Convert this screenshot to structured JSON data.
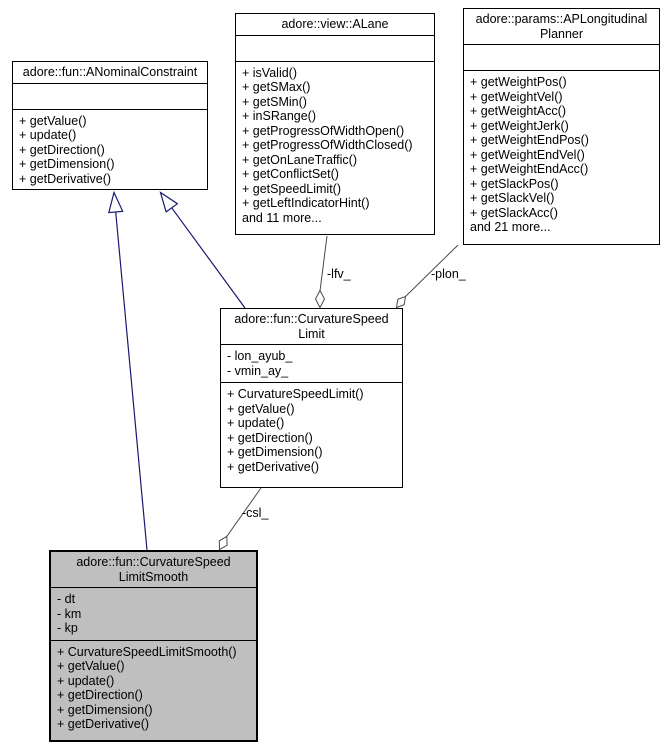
{
  "colors": {
    "background": "#ffffff",
    "node_fill": "#ffffff",
    "node_border": "#000000",
    "highlight_fill": "#bfbfbf",
    "association_edge": "#4a4a4a",
    "inheritance_edge": "#191970"
  },
  "classes": {
    "anominalconstraint": {
      "name": "adore::fun::ANominalConstraint",
      "title_lines": [
        "adore::fun::ANominalConstraint"
      ],
      "attributes": [],
      "methods": [
        "+ getValue()",
        "+ update()",
        "+ getDirection()",
        "+ getDimension()",
        "+ getDerivative()"
      ]
    },
    "alane": {
      "name": "adore::view::ALane",
      "title_lines": [
        "adore::view::ALane"
      ],
      "attributes": [],
      "methods": [
        "+ isValid()",
        "+ getSMax()",
        "+ getSMin()",
        "+ inSRange()",
        "+ getProgressOfWidthOpen()",
        "+ getProgressOfWidthClosed()",
        "+ getOnLaneTraffic()",
        "+ getConflictSet()",
        "+ getSpeedLimit()",
        "+ getLeftIndicatorHint()",
        "and 11 more..."
      ]
    },
    "aplongitudinalplanner": {
      "name": "adore::params::APLongitudinalPlanner",
      "title_lines": [
        "adore::params::APLongitudinal",
        "Planner"
      ],
      "attributes": [],
      "methods": [
        "+ getWeightPos()",
        "+ getWeightVel()",
        "+ getWeightAcc()",
        "+ getWeightJerk()",
        "+ getWeightEndPos()",
        "+ getWeightEndVel()",
        "+ getWeightEndAcc()",
        "+ getSlackPos()",
        "+ getSlackVel()",
        "+ getSlackAcc()",
        "and 21 more..."
      ]
    },
    "curvaturespeedlimit": {
      "name": "adore::fun::CurvatureSpeedLimit",
      "title_lines": [
        "adore::fun::CurvatureSpeed",
        "Limit"
      ],
      "attributes": [
        "- lon_ayub_",
        "- vmin_ay_"
      ],
      "methods": [
        "+ CurvatureSpeedLimit()",
        "+ getValue()",
        "+ update()",
        "+ getDirection()",
        "+ getDimension()",
        "+ getDerivative()"
      ]
    },
    "curvaturespeedlimitsmooth": {
      "name": "adore::fun::CurvatureSpeedLimitSmooth",
      "title_lines": [
        "adore::fun::CurvatureSpeed",
        "LimitSmooth"
      ],
      "attributes": [
        "- dt",
        "- km",
        "- kp"
      ],
      "methods": [
        "+ CurvatureSpeedLimitSmooth()",
        "+ getValue()",
        "+ update()",
        "+ getDirection()",
        "+ getDimension()",
        "+ getDerivative()"
      ]
    }
  },
  "edges": {
    "lfv": {
      "label": "-lfv_",
      "type": "aggregation",
      "from": "adore::view::ALane",
      "to": "adore::fun::CurvatureSpeedLimit"
    },
    "plon": {
      "label": "-plon_",
      "type": "aggregation",
      "from": "adore::params::APLongitudinalPlanner",
      "to": "adore::fun::CurvatureSpeedLimit"
    },
    "csl": {
      "label": "-csl_",
      "type": "aggregation",
      "from": "adore::fun::CurvatureSpeedLimit",
      "to": "adore::fun::CurvatureSpeedLimitSmooth"
    },
    "inherit_smooth": {
      "type": "inheritance",
      "from": "adore::fun::CurvatureSpeedLimitSmooth",
      "to": "adore::fun::ANominalConstraint"
    },
    "inherit_limit": {
      "type": "inheritance",
      "from": "adore::fun::CurvatureSpeedLimit",
      "to": "adore::fun::ANominalConstraint"
    }
  }
}
